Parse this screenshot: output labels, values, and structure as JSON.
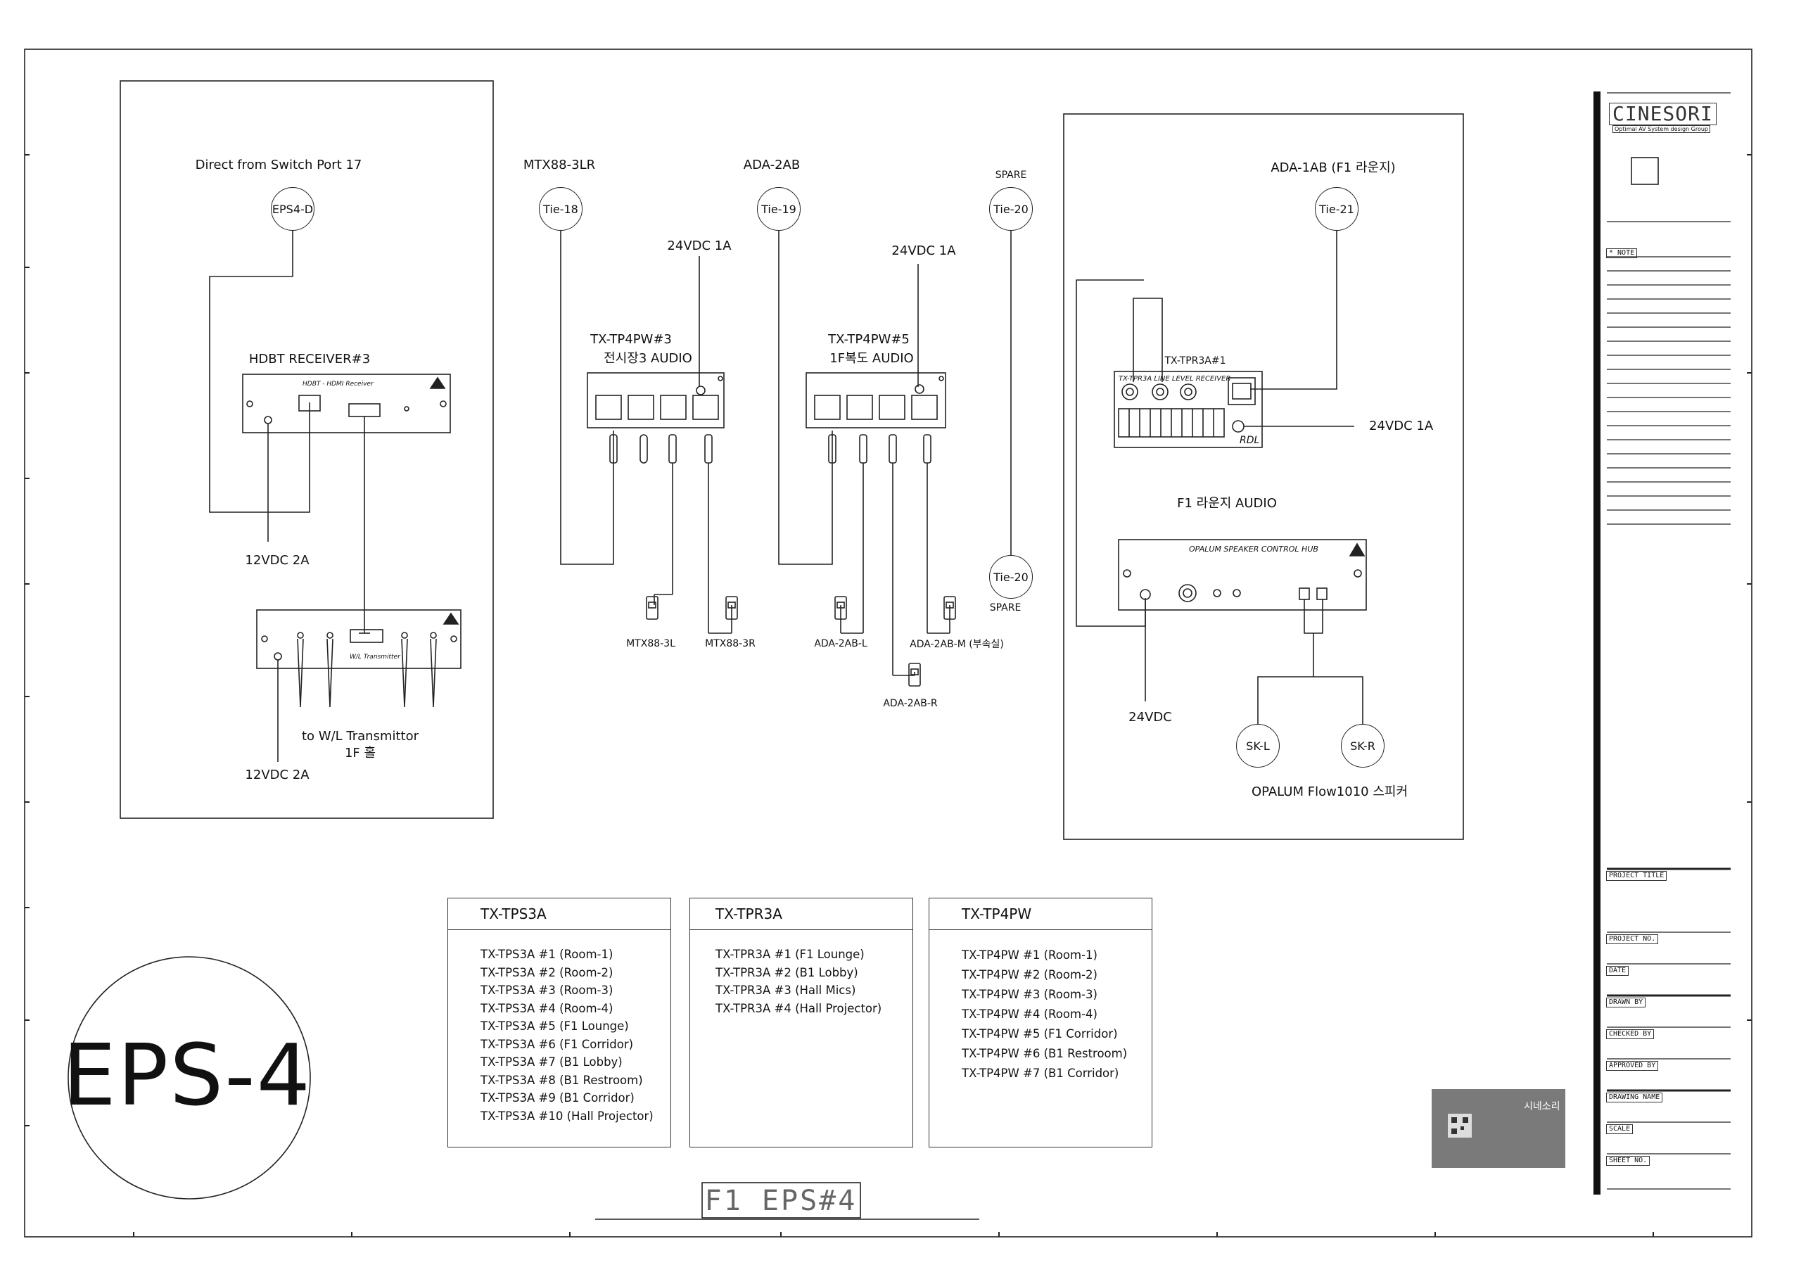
{
  "sheet": {
    "big_label": "EPS-4",
    "title_plate": "F1 EPS#4"
  },
  "left_panel": {
    "source_label": "Direct from Switch Port 17",
    "tag": "EPS4-D",
    "receiver_label": "HDBT RECEIVER#3",
    "receiver_device": "HDBT - HDMI Receiver",
    "power1": "12VDC 2A",
    "transmitter_device": "W/L Transmitter",
    "dest_line1": "to W/L Transmittor",
    "dest_line2": "1F 홀",
    "power2": "12VDC 2A"
  },
  "middle": {
    "mtx_label": "MTX88-3LR",
    "tie18": "Tie-18",
    "ada_label": "ADA-2AB",
    "tie19": "Tie-19",
    "spare_top": "SPARE",
    "tie20_top": "Tie-20",
    "tie20_bottom": "Tie-20",
    "spare_bottom": "SPARE",
    "power_a": "24VDC 1A",
    "power_b": "24VDC 1A",
    "dev3_line1": "TX-TP4PW#3",
    "dev3_line2": "전시장3 AUDIO",
    "dev5_line1": "TX-TP4PW#5",
    "dev5_line2": "1F복도 AUDIO",
    "out_mtx_l": "MTX88-3L",
    "out_mtx_r": "MTX88-3R",
    "out_ada_l": "ADA-2AB-L",
    "out_ada_m": "ADA-2AB-M (부속실)",
    "out_ada_r": "ADA-2AB-R"
  },
  "right_panel": {
    "ada1_label": "ADA-1AB (F1 라운지)",
    "tie21": "Tie-21",
    "tpr_label": "TX-TPR3A#1",
    "tpr_device": "TX-TPR3A LINE LEVEL RECEIVER",
    "power": "24VDC 1A",
    "rdl": "RDL",
    "audio_label": "F1 라운지 AUDIO",
    "hub_device": "OPALUM SPEAKER CONTROL HUB",
    "hub_power": "24VDC",
    "sk_l": "SK-L",
    "sk_r": "SK-R",
    "speaker_label": "OPALUM Flow1010 스피커"
  },
  "tables": [
    {
      "title": "TX-TPS3A",
      "items": [
        "TX-TPS3A #1 (Room-1)",
        "TX-TPS3A #2 (Room-2)",
        "TX-TPS3A #3 (Room-3)",
        "TX-TPS3A #4 (Room-4)",
        "TX-TPS3A #5 (F1 Lounge)",
        "TX-TPS3A #6 (F1 Corridor)",
        "TX-TPS3A #7 (B1 Lobby)",
        "TX-TPS3A #8 (B1 Restroom)",
        "TX-TPS3A #9 (B1 Corridor)",
        "TX-TPS3A #10 (Hall Projector)"
      ]
    },
    {
      "title": "TX-TPR3A",
      "items": [
        "TX-TPR3A #1 (F1 Lounge)",
        "TX-TPR3A #2 (B1 Lobby)",
        "TX-TPR3A #3 (Hall Mics)",
        "TX-TPR3A #4 (Hall Projector)"
      ]
    },
    {
      "title": "TX-TP4PW",
      "items": [
        "TX-TP4PW #1 (Room-1)",
        "TX-TP4PW #2 (Room-2)",
        "TX-TP4PW #3 (Room-3)",
        "TX-TP4PW #4 (Room-4)",
        "TX-TP4PW #5 (F1 Corridor)",
        "TX-TP4PW #6 (B1 Restroom)",
        "TX-TP4PW #7 (B1 Corridor)"
      ]
    }
  ],
  "title_block": {
    "brand": "CINESORI",
    "brand_sub": "Optimal AV System design Group",
    "note": "* NOTE",
    "project_title": "PROJECT TITLE",
    "project_no": "PROJECT NO.",
    "date": "DATE",
    "drawn_by": "DRAWN BY",
    "checked_by": "CHECKED BY",
    "approved_by": "APPROVED BY",
    "drawing_name": "DRAWING NAME",
    "scale": "SCALE",
    "sheet_no": "SHEET NO.",
    "card_name": "시네소리"
  }
}
